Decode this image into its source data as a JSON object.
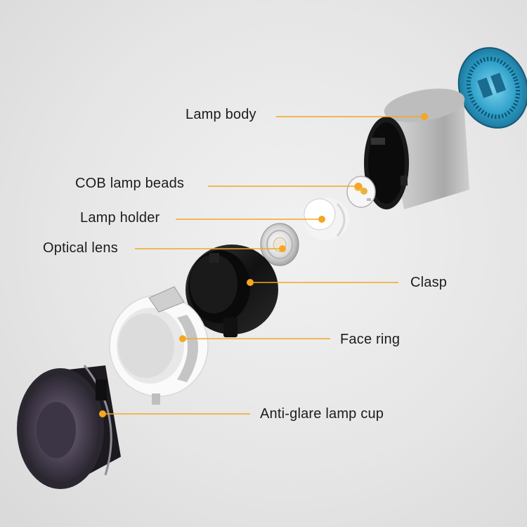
{
  "diagram": {
    "accent_color": "#f5a623",
    "callouts": [
      {
        "id": "lamp-body",
        "label": "Lamp body"
      },
      {
        "id": "cob-lamp-beads",
        "label": "COB lamp beads"
      },
      {
        "id": "lamp-holder",
        "label": "Lamp holder"
      },
      {
        "id": "optical-lens",
        "label": "Optical lens"
      },
      {
        "id": "clasp",
        "label": "Clasp"
      },
      {
        "id": "face-ring",
        "label": "Face ring"
      },
      {
        "id": "anti-glare-lamp-cup",
        "label": "Anti-glare lamp cup"
      }
    ]
  }
}
